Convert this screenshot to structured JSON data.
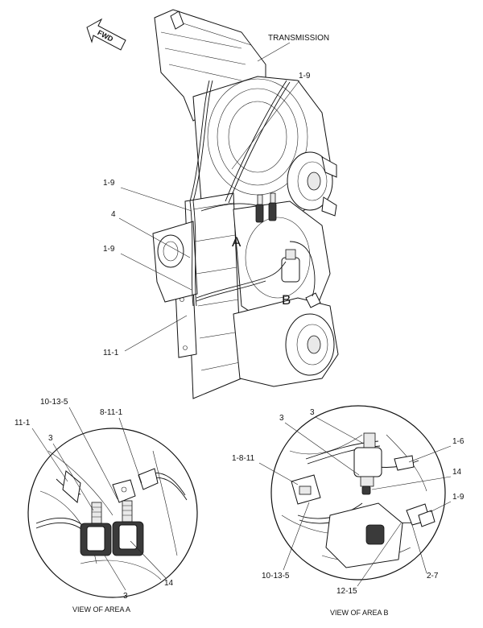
{
  "fwd_arrow": {
    "label": "FWD"
  },
  "main_view": {
    "callouts": {
      "transmission": "TRANSMISSION",
      "top_1_9": "1-9",
      "left_1_9_a": "1-9",
      "left_4": "4",
      "left_1_9_b": "1-9",
      "left_11_1": "11-1"
    },
    "area_labels": {
      "a": "A",
      "b": "B"
    }
  },
  "view_a": {
    "caption": "VIEW OF AREA A",
    "callouts": {
      "c_10_13_5": "10-13-5",
      "c_8_11_1": "8-11-1",
      "c_11_1": "11-1",
      "c_3_top": "3",
      "c_3_bottom": "3",
      "c_14": "14"
    }
  },
  "view_b": {
    "caption": "VIEW OF AREA B",
    "callouts": {
      "c_3_a": "3",
      "c_3_b": "3",
      "c_1_6": "1-6",
      "c_1_8_11": "1-8-11",
      "c_14": "14",
      "c_1_9": "1-9",
      "c_10_13_5": "10-13-5",
      "c_2_7": "2-7",
      "c_12_15": "12-15"
    }
  }
}
